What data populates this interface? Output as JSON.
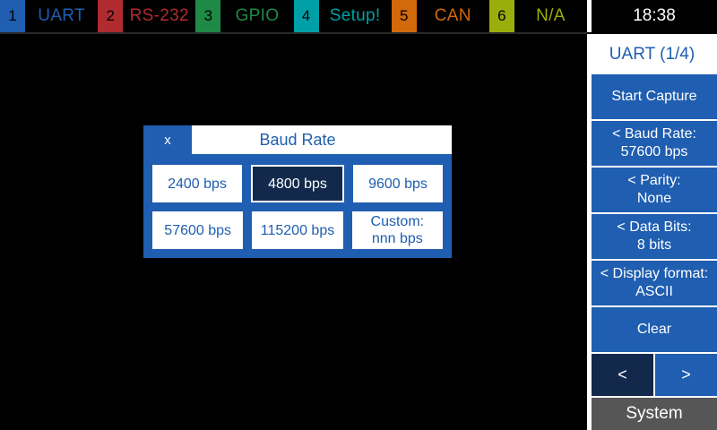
{
  "tabbar": {
    "tabs": [
      {
        "num": "1",
        "label": "UART",
        "num_bg": "#1f5eb0",
        "label_color": "#1f5eb0"
      },
      {
        "num": "2",
        "label": "RS-232",
        "num_bg": "#b02b30",
        "label_color": "#b02b30"
      },
      {
        "num": "3",
        "label": "GPIO",
        "num_bg": "#1f8a46",
        "label_color": "#1f8a46"
      },
      {
        "num": "4",
        "label": "Setup!",
        "num_bg": "#00a0a8",
        "label_color": "#00a0a8"
      },
      {
        "num": "5",
        "label": "CAN",
        "num_bg": "#d2690a",
        "label_color": "#d2690a"
      },
      {
        "num": "6",
        "label": "N/A",
        "num_bg": "#9aad0a",
        "label_color": "#9aad0a"
      }
    ]
  },
  "clock": {
    "time": "18:38"
  },
  "sidebar": {
    "title": "UART (1/4)",
    "buttons": [
      {
        "name": "start-capture",
        "line1": "Start Capture",
        "line2": ""
      },
      {
        "name": "baud-rate",
        "line1": "< Baud Rate:",
        "line2": "57600 bps"
      },
      {
        "name": "parity",
        "line1": "< Parity:",
        "line2": "None"
      },
      {
        "name": "data-bits",
        "line1": "< Data Bits:",
        "line2": "8 bits"
      },
      {
        "name": "display-format",
        "line1": "< Display format:",
        "line2": "ASCII"
      },
      {
        "name": "clear",
        "line1": "Clear",
        "line2": ""
      }
    ],
    "nav": {
      "prev": "<",
      "next": ">"
    },
    "system": "System"
  },
  "dialog": {
    "close_label": "x",
    "title": "Baud Rate",
    "options": [
      {
        "line1": "2400 bps",
        "line2": "",
        "selected": false
      },
      {
        "line1": "4800 bps",
        "line2": "",
        "selected": true
      },
      {
        "line1": "9600 bps",
        "line2": "",
        "selected": false
      },
      {
        "line1": "57600 bps",
        "line2": "",
        "selected": false
      },
      {
        "line1": "115200 bps",
        "line2": "",
        "selected": false
      },
      {
        "line1": "Custom:",
        "line2": "nnn bps",
        "selected": false
      }
    ]
  },
  "colors": {
    "accent_blue": "#1f5eb0",
    "selected_navy": "#13294b",
    "system_gray": "#565656",
    "background": "#000000"
  }
}
